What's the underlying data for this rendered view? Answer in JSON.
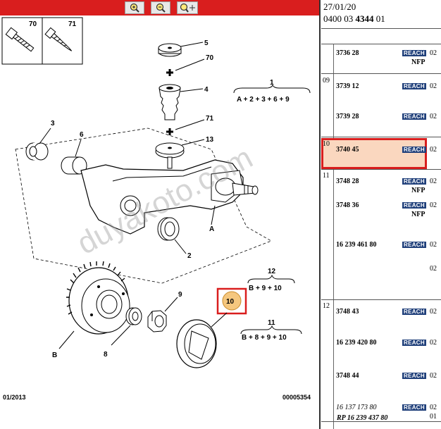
{
  "header": {
    "date": "27/01/20",
    "ref_prefix": "0400 03 ",
    "ref_bold": "4344",
    "ref_suffix": " 01"
  },
  "toolbar": {
    "zoom_in": "zoom-in-icon",
    "zoom_out": "zoom-out-icon",
    "zoom_fit": "zoom-fit-icon"
  },
  "diagram": {
    "labels": {
      "p70_top": "70",
      "p71_top": "71",
      "p5": "5",
      "p70": "70",
      "p4": "4",
      "p71": "71",
      "p13": "13",
      "p1": "1",
      "p3": "3",
      "p6": "6",
      "p2": "2",
      "p12": "12",
      "p11": "11",
      "p9": "9",
      "p10": "10",
      "p8": "8",
      "pB": "B",
      "pA": "A"
    },
    "formula_1": "A + 2 + 3 + 6 + 9",
    "formula_12": "B + 9 + 10",
    "formula_11": "B + 8 + 9 + 10",
    "footer_left": "01/2013",
    "footer_right": "00005354",
    "watermark": "duyakoto.com"
  },
  "parts": [
    {
      "pos": "",
      "ref": "3736 28",
      "reach": "REACH",
      "nfp": "NFP",
      "qty": "02"
    },
    {
      "pos": "09",
      "ref": "3739 12",
      "reach": "REACH",
      "nfp": "",
      "qty": "02"
    },
    {
      "pos": "",
      "ref": "3739 28",
      "reach": "REACH",
      "nfp": "",
      "qty": "02"
    },
    {
      "pos": "10",
      "ref": "3740 45",
      "reach": "REACH",
      "nfp": "",
      "qty": "02"
    },
    {
      "pos": "11",
      "ref": "3748 28",
      "reach": "REACH",
      "nfp": "NFP",
      "qty": "02"
    },
    {
      "pos": "",
      "ref": "3748 36",
      "reach": "REACH",
      "nfp": "NFP",
      "qty": "02"
    },
    {
      "pos": "",
      "ref": "16 239 461 80",
      "reach": "REACH",
      "nfp": "",
      "qty": "02"
    },
    {
      "pos": "",
      "ref": "",
      "reach": "",
      "nfp": "",
      "qty": "02"
    },
    {
      "pos": "12",
      "ref": "3748 43",
      "reach": "REACH",
      "nfp": "",
      "qty": "02"
    },
    {
      "pos": "",
      "ref": "16 239 420 80",
      "reach": "REACH",
      "nfp": "",
      "qty": "02"
    },
    {
      "pos": "",
      "ref": "3748 44",
      "reach": "REACH",
      "nfp": "",
      "qty": "02"
    },
    {
      "pos": "",
      "ref": "16 137 173 80",
      "reach": "REACH",
      "nfp": "",
      "qty": "02"
    },
    {
      "pos": "",
      "ref": "RP 16 239 437 80",
      "reach": "",
      "nfp": "",
      "qty": "01"
    }
  ],
  "colors": {
    "toolbar": "#d91e1e",
    "reach_badge": "#1f3f7a",
    "highlight": "#fad7bf",
    "callout_circle": "#f5c77e"
  }
}
